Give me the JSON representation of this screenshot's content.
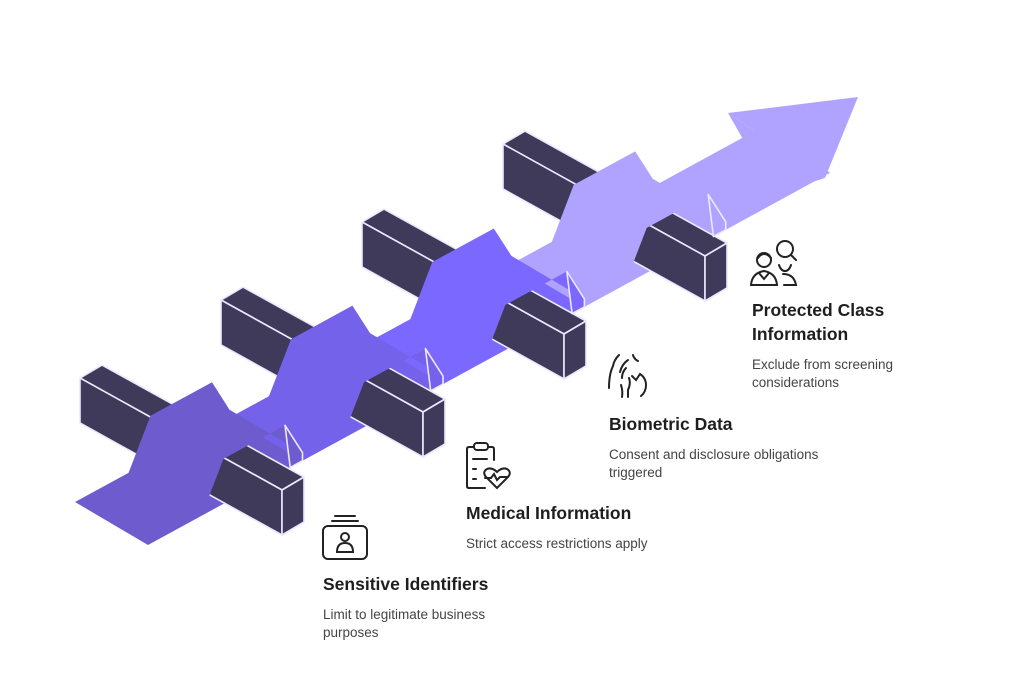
{
  "colors": {
    "bar": "#403a5a",
    "bar_edge": "#ece8ff",
    "segments": [
      "#6e5ccf",
      "#7462ea",
      "#7b68ff",
      "#b0a3ff"
    ],
    "arrow": "#b0a3ff"
  },
  "items": [
    {
      "title": "Sensitive Identifiers",
      "description": "Limit to legitimate business purposes",
      "icon": "id-card-icon"
    },
    {
      "title": "Medical Information",
      "description": "Strict access restrictions apply",
      "icon": "medical-clipboard-icon"
    },
    {
      "title": "Biometric Data",
      "description": "Consent and disclosure obligations triggered",
      "icon": "biometric-hand-icon"
    },
    {
      "title": "Protected Class Information",
      "description": "Exclude from screening considerations",
      "icon": "people-search-icon"
    }
  ]
}
